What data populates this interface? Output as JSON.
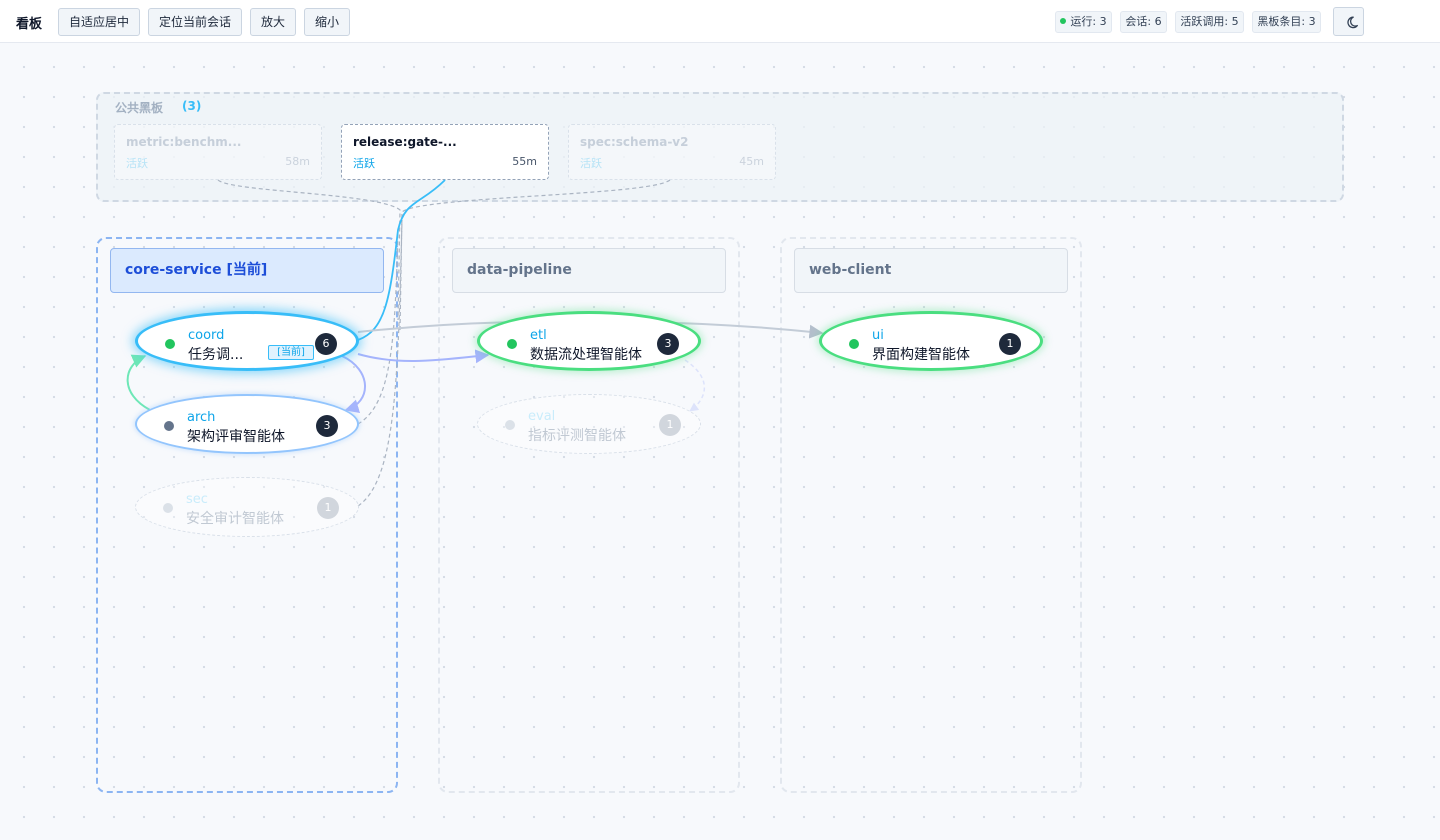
{
  "topbar": {
    "title": "看板",
    "buttons": {
      "fit": "自适应居中",
      "locate": "定位当前会话",
      "zoom_in": "放大",
      "zoom_out": "缩小"
    },
    "stats": {
      "running": "运行: 3",
      "sessions": "会话: 6",
      "active_calls": "活跃调用: 5",
      "board_items": "黑板条目: 3"
    },
    "theme_icon": "moon-icon"
  },
  "blackboard": {
    "title": "公共黑板",
    "count": "(3)",
    "items": [
      {
        "title": "metric:benchm...",
        "status": "活跃",
        "age": "58m"
      },
      {
        "title": "release:gate-...",
        "status": "活跃",
        "age": "55m"
      },
      {
        "title": "spec:schema-v2",
        "status": "活跃",
        "age": "45m"
      }
    ]
  },
  "groups": [
    {
      "name": "core-service [当前]"
    },
    {
      "name": "data-pipeline"
    },
    {
      "name": "web-client"
    }
  ],
  "nodes": {
    "coord": {
      "id": "coord",
      "name": "任务调...",
      "tag": "[当前]",
      "badge": "6"
    },
    "arch": {
      "id": "arch",
      "name": "架构评审智能体",
      "badge": "3"
    },
    "sec": {
      "id": "sec",
      "name": "安全审计智能体",
      "badge": "1"
    },
    "etl": {
      "id": "etl",
      "name": "数据流处理智能体",
      "badge": "3"
    },
    "eval": {
      "id": "eval",
      "name": "指标评测智能体",
      "badge": "1"
    },
    "ui": {
      "id": "ui",
      "name": "界面构建智能体",
      "badge": "1"
    }
  },
  "colors": {
    "accent": "#38bdf8",
    "running": "#22c55e",
    "current_group": "#1d4ed8",
    "dark_badge": "#1e293b",
    "edge_violet": "#a5b4fc",
    "edge_green": "#6ee7b7"
  }
}
